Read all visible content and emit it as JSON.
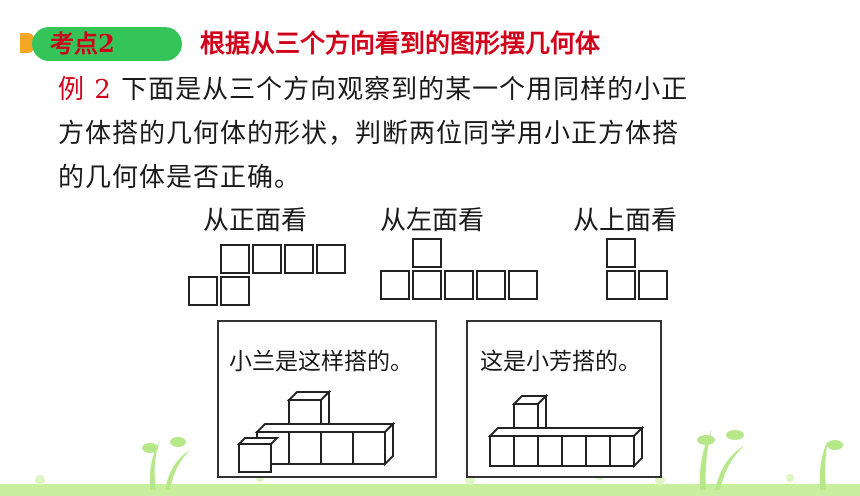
{
  "header": {
    "badge": "考点2",
    "title": "根据从三个方向看到的图形摆几何体"
  },
  "problem": {
    "example_label": "例 2",
    "line1": "下面是从三个方向观察到的某一个用同样的小正",
    "line2": "方体搭的几何体的形状，判断两位同学用小正方体搭",
    "line3": "的几何体是否正确。"
  },
  "views": {
    "front": "从正面看",
    "left": "从左面看",
    "top": "从上面看"
  },
  "panels": {
    "left": "小兰是这样搭的。",
    "right": "这是小芳搭的。"
  },
  "colors": {
    "accent_red": "#d0021b",
    "badge_green": "#35c45a",
    "flag_orange": "#f5a623",
    "grass_green": "#a8e07a"
  }
}
